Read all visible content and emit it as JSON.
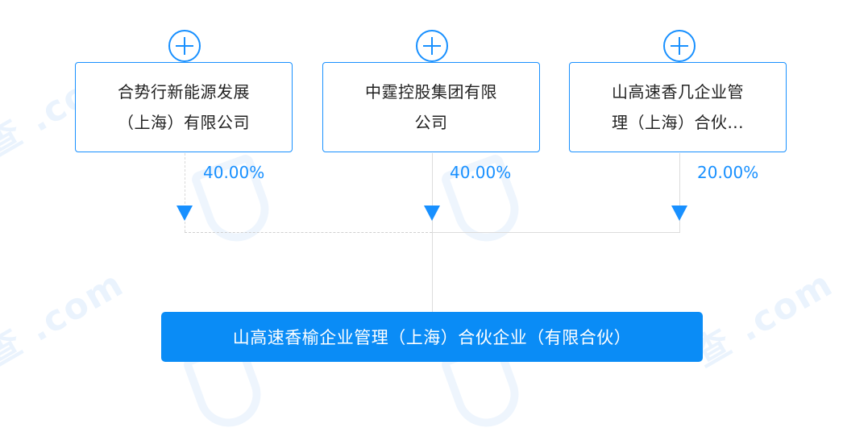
{
  "watermark": {
    "text": "qichacha",
    "domain": ".com"
  },
  "shareholders": [
    {
      "name_line1": "合势行新能源发展",
      "name_line2": "（上海）有限公司",
      "percent": "40.00%",
      "expand_icon": "plus-circle-icon"
    },
    {
      "name_line1": "中霆控股集团有限",
      "name_line2": "公司",
      "percent": "40.00%",
      "expand_icon": "plus-circle-icon"
    },
    {
      "name_line1": "山高速香几企业管",
      "name_line2": "理（上海）合伙...",
      "percent": "20.00%",
      "expand_icon": "plus-circle-icon"
    }
  ],
  "target_company": {
    "name": "山高速香榆企业管理（上海）合伙企业（有限合伙）"
  },
  "colors": {
    "accent": "#1890ff",
    "target_bg": "#0a8cf6",
    "connector": "#dcdcdc",
    "text": "#222222"
  }
}
